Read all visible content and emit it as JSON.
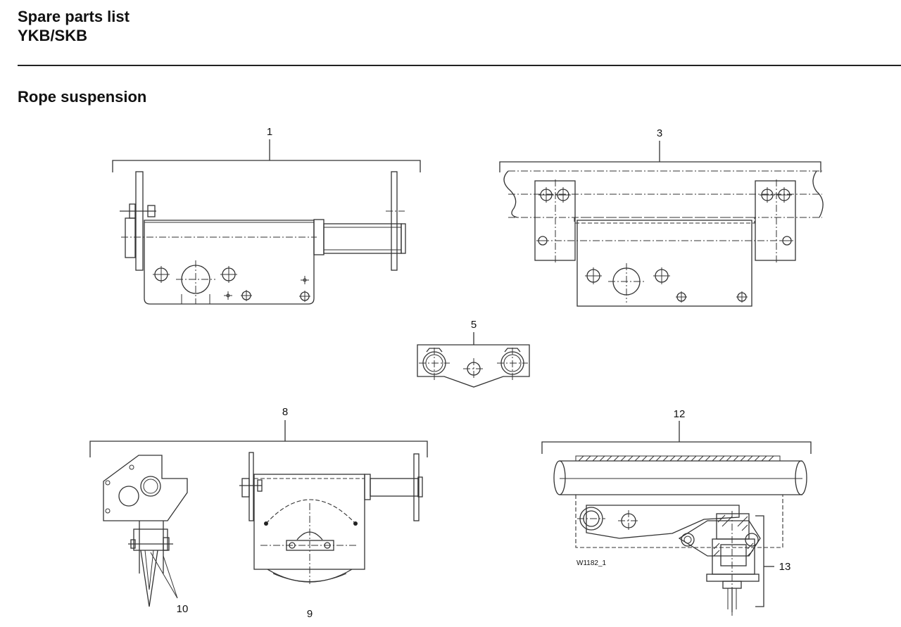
{
  "header": {
    "title_line1": "Spare parts list",
    "title_line2": "YKB/SKB"
  },
  "section": {
    "title": "Rope suspension"
  },
  "callouts": {
    "c1": "1",
    "c3": "3",
    "c5": "5",
    "c8": "8",
    "c9": "9",
    "c10": "10",
    "c12": "12",
    "c13": "13"
  },
  "drawing_code": "W1182_1"
}
